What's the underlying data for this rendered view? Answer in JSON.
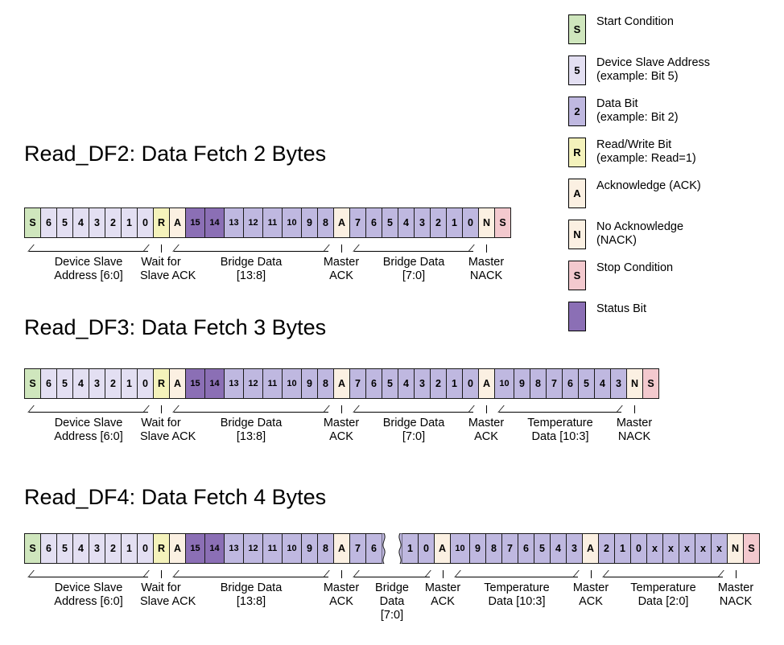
{
  "legend": {
    "items": [
      {
        "glyph": "S",
        "type": "start",
        "color": "#cfe6bd",
        "line1": "Start Condition",
        "line2": ""
      },
      {
        "glyph": "5",
        "type": "address",
        "color": "#e3dff2",
        "line1": "Device Slave Address",
        "line2": "(example: Bit 5)"
      },
      {
        "glyph": "2",
        "type": "data",
        "color": "#bfb8e0",
        "line1": "Data Bit",
        "line2": "(example: Bit 2)"
      },
      {
        "glyph": "R",
        "type": "rw",
        "color": "#f4f2bb",
        "line1": "Read/Write Bit",
        "line2": "(example: Read=1)"
      },
      {
        "glyph": "A",
        "type": "ack",
        "color": "#fbf0e2",
        "line1": "Acknowledge (ACK)",
        "line2": ""
      },
      {
        "glyph": "N",
        "type": "nack",
        "color": "#fbf0e2",
        "line1": "No Acknowledge",
        "line2": "(NACK)"
      },
      {
        "glyph": "S",
        "type": "stop",
        "color": "#f3c9ce",
        "line1": "Stop Condition",
        "line2": ""
      },
      {
        "glyph": "",
        "type": "status",
        "color": "#8b6fb5",
        "line1": "Status Bit",
        "line2": ""
      }
    ]
  },
  "sections": [
    {
      "title": "Read_DF2: Data Fetch 2 Bytes",
      "cells": [
        {
          "t": "S",
          "k": "start"
        },
        {
          "t": "6",
          "k": "addr"
        },
        {
          "t": "5",
          "k": "addr"
        },
        {
          "t": "4",
          "k": "addr"
        },
        {
          "t": "3",
          "k": "addr"
        },
        {
          "t": "2",
          "k": "addr"
        },
        {
          "t": "1",
          "k": "addr"
        },
        {
          "t": "0",
          "k": "addr"
        },
        {
          "t": "R",
          "k": "rw"
        },
        {
          "t": "A",
          "k": "ack"
        },
        {
          "t": "15",
          "k": "status"
        },
        {
          "t": "14",
          "k": "status"
        },
        {
          "t": "13",
          "k": "data"
        },
        {
          "t": "12",
          "k": "data"
        },
        {
          "t": "11",
          "k": "data"
        },
        {
          "t": "10",
          "k": "data"
        },
        {
          "t": "9",
          "k": "data"
        },
        {
          "t": "8",
          "k": "data"
        },
        {
          "t": "A",
          "k": "ack"
        },
        {
          "t": "7",
          "k": "data"
        },
        {
          "t": "6",
          "k": "data"
        },
        {
          "t": "5",
          "k": "data"
        },
        {
          "t": "4",
          "k": "data"
        },
        {
          "t": "3",
          "k": "data"
        },
        {
          "t": "2",
          "k": "data"
        },
        {
          "t": "1",
          "k": "data"
        },
        {
          "t": "0",
          "k": "data"
        },
        {
          "t": "N",
          "k": "nack"
        },
        {
          "t": "S",
          "k": "stop"
        }
      ],
      "groups": [
        {
          "start": 0,
          "span": 8,
          "lines": [
            "Device Slave",
            "Address [6:0]"
          ]
        },
        {
          "start": 8,
          "span": 1,
          "lines": [
            "Wait for",
            "Slave ACK"
          ],
          "single": true
        },
        {
          "start": 9,
          "span": 9,
          "lines": [
            "Bridge Data",
            "[13:8]"
          ]
        },
        {
          "start": 18,
          "span": 1,
          "lines": [
            "Master",
            "ACK"
          ],
          "single": true
        },
        {
          "start": 19,
          "span": 8,
          "lines": [
            "Bridge Data",
            "[7:0]"
          ]
        },
        {
          "start": 27,
          "span": 1,
          "lines": [
            "Master",
            "NACK"
          ],
          "single": true
        }
      ]
    },
    {
      "title": "Read_DF3: Data Fetch 3 Bytes",
      "cells": [
        {
          "t": "S",
          "k": "start"
        },
        {
          "t": "6",
          "k": "addr"
        },
        {
          "t": "5",
          "k": "addr"
        },
        {
          "t": "4",
          "k": "addr"
        },
        {
          "t": "3",
          "k": "addr"
        },
        {
          "t": "2",
          "k": "addr"
        },
        {
          "t": "1",
          "k": "addr"
        },
        {
          "t": "0",
          "k": "addr"
        },
        {
          "t": "R",
          "k": "rw"
        },
        {
          "t": "A",
          "k": "ack"
        },
        {
          "t": "15",
          "k": "status"
        },
        {
          "t": "14",
          "k": "status"
        },
        {
          "t": "13",
          "k": "data"
        },
        {
          "t": "12",
          "k": "data"
        },
        {
          "t": "11",
          "k": "data"
        },
        {
          "t": "10",
          "k": "data"
        },
        {
          "t": "9",
          "k": "data"
        },
        {
          "t": "8",
          "k": "data"
        },
        {
          "t": "A",
          "k": "ack"
        },
        {
          "t": "7",
          "k": "data"
        },
        {
          "t": "6",
          "k": "data"
        },
        {
          "t": "5",
          "k": "data"
        },
        {
          "t": "4",
          "k": "data"
        },
        {
          "t": "3",
          "k": "data"
        },
        {
          "t": "2",
          "k": "data"
        },
        {
          "t": "1",
          "k": "data"
        },
        {
          "t": "0",
          "k": "data"
        },
        {
          "t": "A",
          "k": "ack"
        },
        {
          "t": "10",
          "k": "data"
        },
        {
          "t": "9",
          "k": "data"
        },
        {
          "t": "8",
          "k": "data"
        },
        {
          "t": "7",
          "k": "data"
        },
        {
          "t": "6",
          "k": "data"
        },
        {
          "t": "5",
          "k": "data"
        },
        {
          "t": "4",
          "k": "data"
        },
        {
          "t": "3",
          "k": "data"
        },
        {
          "t": "N",
          "k": "nack"
        },
        {
          "t": "S",
          "k": "stop"
        }
      ],
      "groups": [
        {
          "start": 0,
          "span": 8,
          "lines": [
            "Device Slave",
            "Address [6:0]"
          ]
        },
        {
          "start": 8,
          "span": 1,
          "lines": [
            "Wait for",
            "Slave ACK"
          ],
          "single": true
        },
        {
          "start": 9,
          "span": 9,
          "lines": [
            "Bridge Data",
            "[13:8]"
          ]
        },
        {
          "start": 18,
          "span": 1,
          "lines": [
            "Master",
            "ACK"
          ],
          "single": true
        },
        {
          "start": 19,
          "span": 8,
          "lines": [
            "Bridge Data",
            "[7:0]"
          ]
        },
        {
          "start": 27,
          "span": 1,
          "lines": [
            "Master",
            "ACK"
          ],
          "single": true
        },
        {
          "start": 28,
          "span": 8,
          "lines": [
            "Temperature",
            "Data [10:3]"
          ]
        },
        {
          "start": 36,
          "span": 1,
          "lines": [
            "Master",
            "NACK"
          ],
          "single": true
        }
      ]
    },
    {
      "title": "Read_DF4: Data Fetch 4 Bytes",
      "cells": [
        {
          "t": "S",
          "k": "start"
        },
        {
          "t": "6",
          "k": "addr"
        },
        {
          "t": "5",
          "k": "addr"
        },
        {
          "t": "4",
          "k": "addr"
        },
        {
          "t": "3",
          "k": "addr"
        },
        {
          "t": "2",
          "k": "addr"
        },
        {
          "t": "1",
          "k": "addr"
        },
        {
          "t": "0",
          "k": "addr"
        },
        {
          "t": "R",
          "k": "rw"
        },
        {
          "t": "A",
          "k": "ack"
        },
        {
          "t": "15",
          "k": "status"
        },
        {
          "t": "14",
          "k": "status"
        },
        {
          "t": "13",
          "k": "data"
        },
        {
          "t": "12",
          "k": "data"
        },
        {
          "t": "11",
          "k": "data"
        },
        {
          "t": "10",
          "k": "data"
        },
        {
          "t": "9",
          "k": "data"
        },
        {
          "t": "8",
          "k": "data"
        },
        {
          "t": "A",
          "k": "ack"
        },
        {
          "t": "7",
          "k": "data"
        },
        {
          "t": "6",
          "k": "data"
        },
        {
          "t": "",
          "k": "break"
        },
        {
          "t": "1",
          "k": "data"
        },
        {
          "t": "0",
          "k": "data"
        },
        {
          "t": "A",
          "k": "ack"
        },
        {
          "t": "10",
          "k": "data"
        },
        {
          "t": "9",
          "k": "data"
        },
        {
          "t": "8",
          "k": "data"
        },
        {
          "t": "7",
          "k": "data"
        },
        {
          "t": "6",
          "k": "data"
        },
        {
          "t": "5",
          "k": "data"
        },
        {
          "t": "4",
          "k": "data"
        },
        {
          "t": "3",
          "k": "data"
        },
        {
          "t": "A",
          "k": "ack"
        },
        {
          "t": "2",
          "k": "data"
        },
        {
          "t": "1",
          "k": "data"
        },
        {
          "t": "0",
          "k": "data"
        },
        {
          "t": "x",
          "k": "data"
        },
        {
          "t": "x",
          "k": "data"
        },
        {
          "t": "x",
          "k": "data"
        },
        {
          "t": "x",
          "k": "data"
        },
        {
          "t": "x",
          "k": "data"
        },
        {
          "t": "N",
          "k": "nack"
        },
        {
          "t": "S",
          "k": "stop"
        }
      ],
      "groups": [
        {
          "start": 0,
          "span": 8,
          "lines": [
            "Device Slave",
            "Address [6:0]"
          ]
        },
        {
          "start": 8,
          "span": 1,
          "lines": [
            "Wait for",
            "Slave ACK"
          ],
          "single": true
        },
        {
          "start": 9,
          "span": 9,
          "lines": [
            "Bridge Data",
            "[13:8]"
          ]
        },
        {
          "start": 18,
          "span": 1,
          "lines": [
            "Master",
            "ACK"
          ],
          "single": true
        },
        {
          "start": 19,
          "span": 5,
          "lines": [
            "Bridge",
            "Data",
            "[7:0]"
          ]
        },
        {
          "start": 24,
          "span": 1,
          "lines": [
            "Master",
            "ACK"
          ],
          "single": true
        },
        {
          "start": 25,
          "span": 8,
          "lines": [
            "Temperature",
            "Data [10:3]"
          ]
        },
        {
          "start": 33,
          "span": 1,
          "lines": [
            "Master",
            "ACK"
          ],
          "single": true
        },
        {
          "start": 34,
          "span": 8,
          "lines": [
            "Temperature",
            "Data [2:0]"
          ]
        },
        {
          "start": 42,
          "span": 1,
          "lines": [
            "Master",
            "NACK"
          ],
          "single": true
        }
      ]
    }
  ]
}
